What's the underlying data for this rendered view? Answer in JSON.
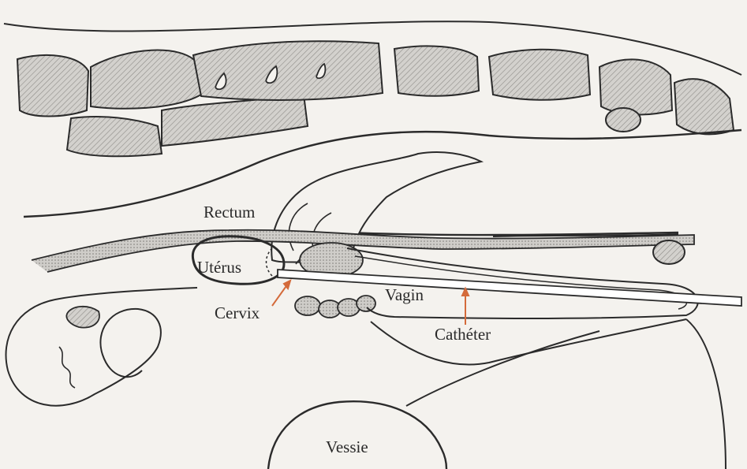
{
  "labels": {
    "rectum": "Rectum",
    "uterus": "Utérus",
    "cervix": "Cervix",
    "vagin": "Vagin",
    "catheter": "Cathéter",
    "vessie": "Vessie"
  },
  "colors": {
    "background": "#f4f2ee",
    "line": "#2b2b2b",
    "tissue": "#c9c7c3",
    "arrow": "#d46a3a"
  }
}
